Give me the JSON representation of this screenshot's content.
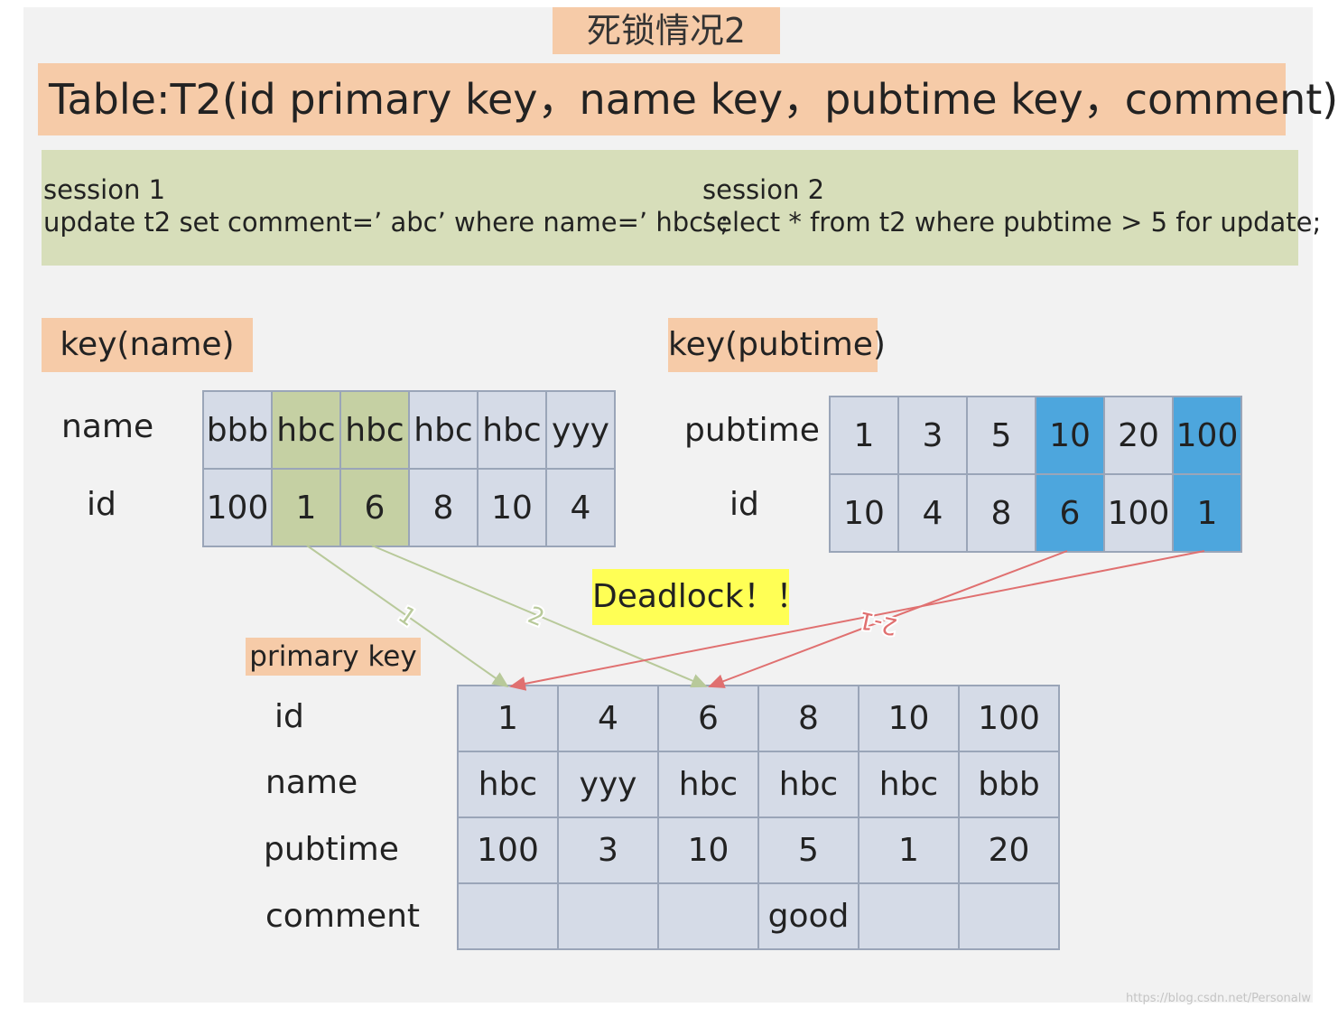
{
  "title": "死锁情况2",
  "table_banner": "Table:T2(id primary key，name key，pubtime key，comment)",
  "session1": {
    "label": "session 1",
    "sql": "update t2 set comment=’ abc’  where name=’ hbc’ ;"
  },
  "session2": {
    "label": "session 2",
    "sql": "select * from t2 where pubtime > 5 for update;"
  },
  "key_name": {
    "title": "key(name)",
    "row_labels": [
      "name",
      "id"
    ],
    "names": [
      "bbb",
      "hbc",
      "hbc",
      "hbc",
      "hbc",
      "yyy"
    ],
    "ids": [
      "100",
      "1",
      "6",
      "8",
      "10",
      "4"
    ],
    "highlight_columns": [
      1,
      2
    ],
    "highlight_color": "#c5d0a3"
  },
  "key_pubtime": {
    "title": "key(pubtime)",
    "row_labels": [
      "pubtime",
      "id"
    ],
    "pubtimes": [
      "1",
      "3",
      "5",
      "10",
      "20",
      "100"
    ],
    "ids": [
      "10",
      "4",
      "8",
      "6",
      "100",
      "1"
    ],
    "highlight_columns": [
      3,
      5
    ],
    "highlight_color": "#4da6dd"
  },
  "primary_key": {
    "title": "primary key",
    "row_labels": [
      "id",
      "name",
      "pubtime",
      "comment"
    ],
    "rows": [
      [
        "1",
        "4",
        "6",
        "8",
        "10",
        "100"
      ],
      [
        "hbc",
        "yyy",
        "hbc",
        "hbc",
        "hbc",
        "bbb"
      ],
      [
        "100",
        "3",
        "10",
        "5",
        "1",
        "20"
      ],
      [
        "",
        "",
        "",
        "good",
        "",
        ""
      ]
    ]
  },
  "arrow_labels": {
    "green_1": "1",
    "green_2": "2",
    "red": "2-1"
  },
  "deadlock": "Deadlock！！",
  "watermark": "https://blog.csdn.net/Personalw",
  "colors": {
    "peach": "#f6cba8",
    "sage": "#d7deba",
    "cell": "#d5dbe7",
    "green_arrow": "#b8c99a",
    "red_arrow": "#e07070",
    "deadlock_bg": "#ffff55"
  }
}
